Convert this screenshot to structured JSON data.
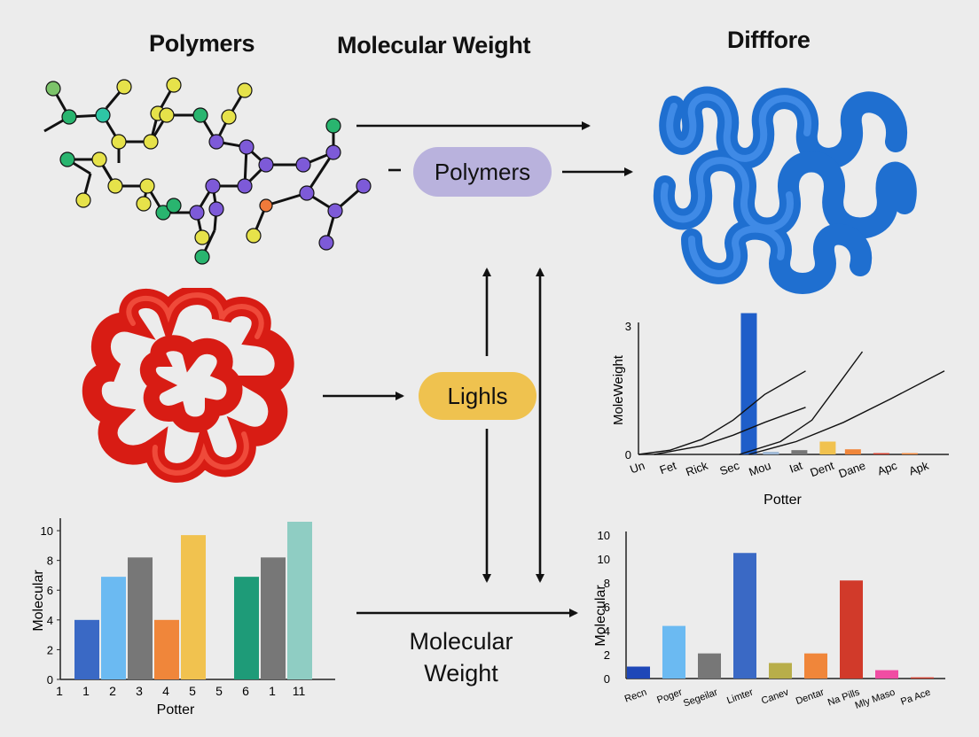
{
  "titles": {
    "polymers": "Polymers",
    "molecular_weight": "Molecular Weight",
    "diffore": "Difffore"
  },
  "nodes": {
    "polymers_pill": "Polymers",
    "lights_pill": "Lighls",
    "molecular_weight_line1": "Molecular",
    "molecular_weight_line2": "Weight"
  },
  "colors": {
    "pill_polymers": "#b9b2dd",
    "pill_lights": "#efc24f",
    "protein_red": "#d81c14",
    "protein_blue": "#1f6fd0",
    "arrow": "#111111"
  },
  "icons": [
    "molecule-structure-icon",
    "red-protein-icon",
    "blue-protein-icon"
  ],
  "chart_data": [
    {
      "type": "bar",
      "name": "left-bottom",
      "categories": [
        "1",
        "1",
        "2",
        "3",
        "4",
        "5",
        "5",
        "6",
        "1",
        "11"
      ],
      "values": [
        0,
        4,
        6.9,
        8.2,
        4,
        9.7,
        0,
        6.9,
        8.2,
        10.6
      ],
      "colors": [
        "#ececec",
        "#3a69c5",
        "#6bbaf2",
        "#777777",
        "#f0863a",
        "#f1c24f",
        "#ececec",
        "#1e9b78",
        "#777777",
        "#8fcdc3"
      ],
      "ytick_labels": [
        "0",
        "2",
        "4",
        "6",
        "8",
        "10"
      ],
      "yticks": [
        0,
        2,
        4,
        6,
        8,
        10
      ],
      "ylim": [
        0,
        10.6
      ],
      "xlabel": "Potter",
      "ylabel": "Molecular"
    },
    {
      "type": "line",
      "name": "right-middle",
      "categories": [
        "Un",
        "Fet",
        "Rick",
        "Sec",
        "Mou",
        "Iat",
        "Dent",
        "Dane",
        "Apc",
        "Apk"
      ],
      "ytick_labels": [
        "0",
        "3"
      ],
      "yticks": [
        0,
        3
      ],
      "ylim": [
        0,
        3
      ],
      "xlabel": "Potter",
      "ylabel": "MoleWeight",
      "bars": [
        {
          "x": 3.5,
          "value": 3.3,
          "color": "#1f5ec9"
        },
        {
          "x": 4.2,
          "value": 0.06,
          "color": "#9fb8d6"
        },
        {
          "x": 5.1,
          "value": 0.1,
          "color": "#777777"
        },
        {
          "x": 6.0,
          "value": 0.3,
          "color": "#f1c24f"
        },
        {
          "x": 6.8,
          "value": 0.12,
          "color": "#f0863a"
        },
        {
          "x": 7.7,
          "value": 0.03,
          "color": "#d13a2a"
        },
        {
          "x": 8.6,
          "value": 0.03,
          "color": "#f0863a"
        }
      ],
      "series": [
        {
          "x": [
            0,
            1,
            2,
            3,
            4,
            5.3
          ],
          "y": [
            0,
            0.1,
            0.35,
            0.8,
            1.4,
            1.95
          ]
        },
        {
          "x": [
            0.5,
            2,
            3,
            4,
            5.3
          ],
          "y": [
            0,
            0.2,
            0.45,
            0.75,
            1.1
          ]
        },
        {
          "x": [
            3.2,
            4.5,
            5.5,
            6.3,
            7.1
          ],
          "y": [
            0,
            0.3,
            0.8,
            1.6,
            2.4
          ]
        },
        {
          "x": [
            3.5,
            5,
            6.5,
            8,
            9.7
          ],
          "y": [
            0,
            0.3,
            0.75,
            1.3,
            1.95
          ]
        }
      ]
    },
    {
      "type": "bar",
      "name": "right-bottom",
      "categories": [
        "Recn",
        "Poger",
        "Segeilar",
        "Limter",
        "Canev",
        "Dentar",
        "Na Pills",
        "Mly Maso",
        "Pa Ace"
      ],
      "values": [
        1,
        4.4,
        2.1,
        10.5,
        1.3,
        2.1,
        8.2,
        0.7,
        0.1
      ],
      "colors": [
        "#1e47b8",
        "#6bbaf2",
        "#777777",
        "#3a69c5",
        "#b8ae4a",
        "#f0863a",
        "#d13a2a",
        "#f04da3",
        "#d13a2a"
      ],
      "ytick_labels": [
        "0",
        "2",
        "4",
        "6",
        "8",
        "10",
        "10"
      ],
      "yticks": [
        0,
        2,
        4,
        6,
        8,
        10,
        12
      ],
      "ylim": [
        0,
        12
      ],
      "ylabel": "Molecular"
    }
  ]
}
